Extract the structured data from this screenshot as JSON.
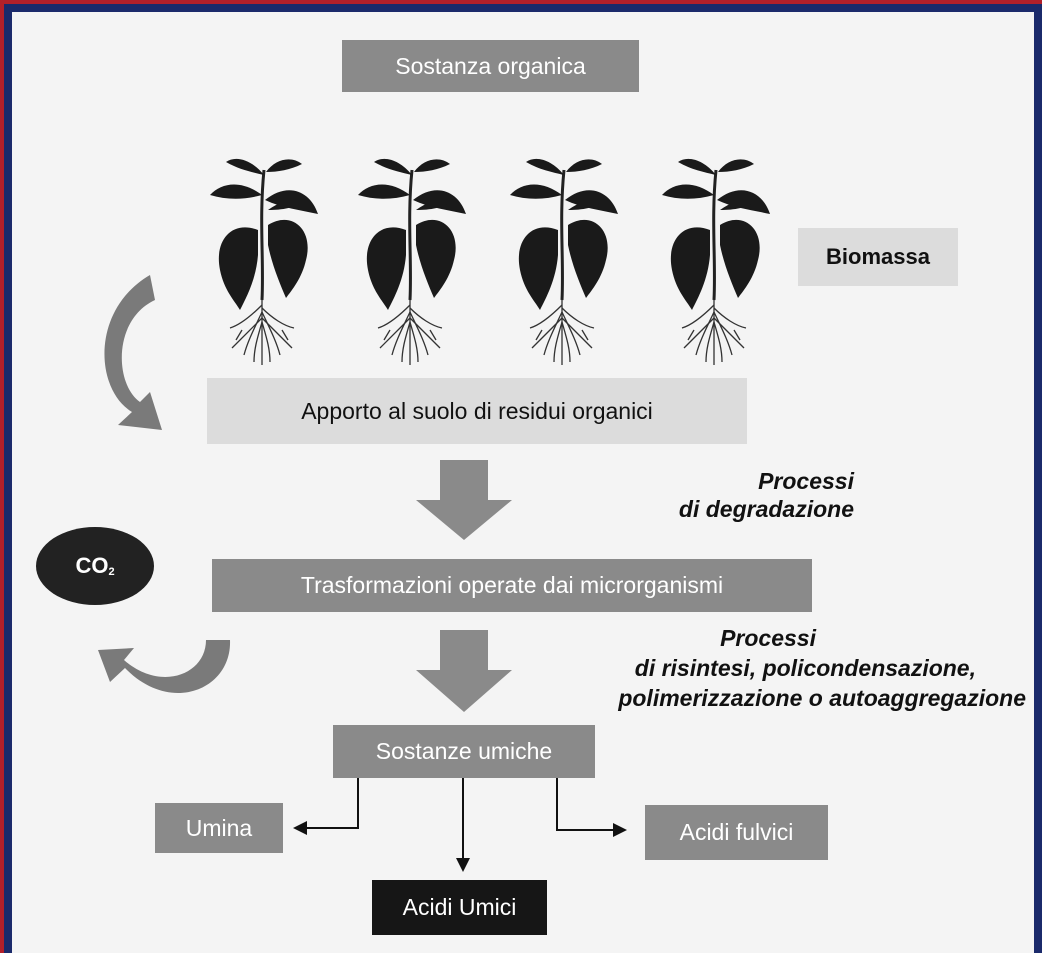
{
  "boxes": {
    "sostanza_organica": "Sostanza organica",
    "biomassa": "Biomassa",
    "apporto": "Apporto al suolo di residui organici",
    "trasformazioni": "Trasformazioni operate dai microrganismi",
    "sostanze_umiche": "Sostanze umiche",
    "umina": "Umina",
    "acidi_umici": "Acidi Umici",
    "acidi_fulvici": "Acidi fulvici"
  },
  "labels": {
    "processi_1": "Processi",
    "degradazione": "di degradazione",
    "processi_2": "Processi",
    "risintesi": "di risintesi, policondensazione,",
    "polimerizzazione": "polimerizzazione o autoaggregazione"
  },
  "co2": {
    "main": "CO",
    "sub": "2"
  },
  "colors": {
    "frame": "#1b2a6b",
    "accent_border": "#b3202a",
    "box_gray": "#8a8a8a",
    "box_light": "#dcdcdc",
    "box_dark": "#161616"
  }
}
